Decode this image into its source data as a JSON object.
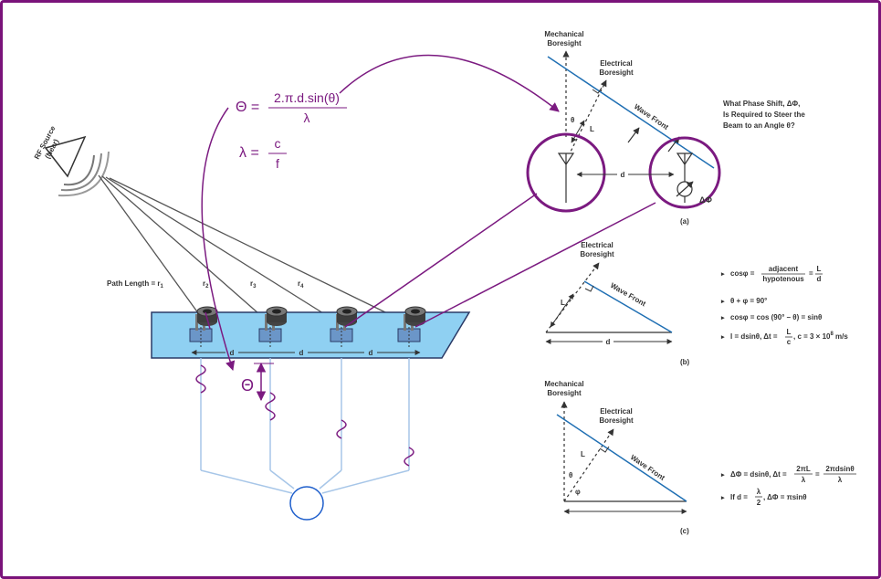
{
  "colors": {
    "frame": "#7a137a",
    "accent_purple": "#7b1a80",
    "board_fill": "#8fd0f2",
    "board_stroke": "#2a3a66",
    "wave_front": "#1f6fb3",
    "feed_lines": "#a7c6e8",
    "combiner": "#1f5fcc",
    "text": "#333333"
  },
  "formulas": {
    "theta_lhs": "Θ =",
    "theta_num": "2.π.d.sin(θ)",
    "theta_den": "λ",
    "lambda_lhs": "λ =",
    "lambda_num": "c",
    "lambda_den": "f"
  },
  "left": {
    "rf_source_line1": "RF Source",
    "rf_source_line2": "(Near)",
    "path_length_label": "Path Length = r",
    "path_length_sub": "1",
    "r_labels": [
      "r",
      "r",
      "r"
    ],
    "r_subs": [
      "2",
      "3",
      "4"
    ],
    "spacing_label": "d",
    "big_theta": "Θ"
  },
  "panel_a": {
    "mechanical_boresight": [
      "Mechanical",
      "Boresight"
    ],
    "electrical_boresight": [
      "Electrical",
      "Boresight"
    ],
    "wave_front": "Wave Front",
    "theta": "θ",
    "L": "L",
    "d": "d",
    "delta_phi": "ΔΦ",
    "question": [
      "What Phase Shift, ΔΦ,",
      "Is Required to Steer the",
      "Beam to an Angle θ?"
    ],
    "caption": "(a)"
  },
  "panel_b": {
    "electrical_boresight": [
      "Electrical",
      "Boresight"
    ],
    "wave_front": "Wave Front",
    "L": "L",
    "d": "d",
    "caption": "(b)",
    "eq1_lhs": "cosφ =",
    "eq1_num": "adjacent",
    "eq1_den": "hypotenous",
    "eq1_eq": "=",
    "eq1_num2": "L",
    "eq1_den2": "d",
    "eq2": "θ + φ = 90°",
    "eq3": "cosφ = cos (90° – θ) = sinθ",
    "eq4_a": "l = dsinθ, Δt =",
    "eq4_num": "L",
    "eq4_den": "c",
    "eq4_b": ", c = 3 × 10",
    "eq4_exp": "8",
    "eq4_c": " m/s"
  },
  "panel_c": {
    "mechanical_boresight": [
      "Mechanical",
      "Boresight"
    ],
    "electrical_boresight": [
      "Electrical",
      "Boresight"
    ],
    "wave_front": "Wave Front",
    "L": "L",
    "theta": "θ",
    "phi": "φ",
    "caption": "(c)",
    "eq1_a": "ΔΦ = dsinθ, Δt =",
    "eq1_num": "2πL",
    "eq1_den": "λ",
    "eq1_eq": "=",
    "eq1_num2": "2πdsinθ",
    "eq1_den2": "λ",
    "eq2_a": "If d =",
    "eq2_num": "λ",
    "eq2_den": "2",
    "eq2_b": ", ΔΦ = πsinθ"
  },
  "bullet": "▸"
}
